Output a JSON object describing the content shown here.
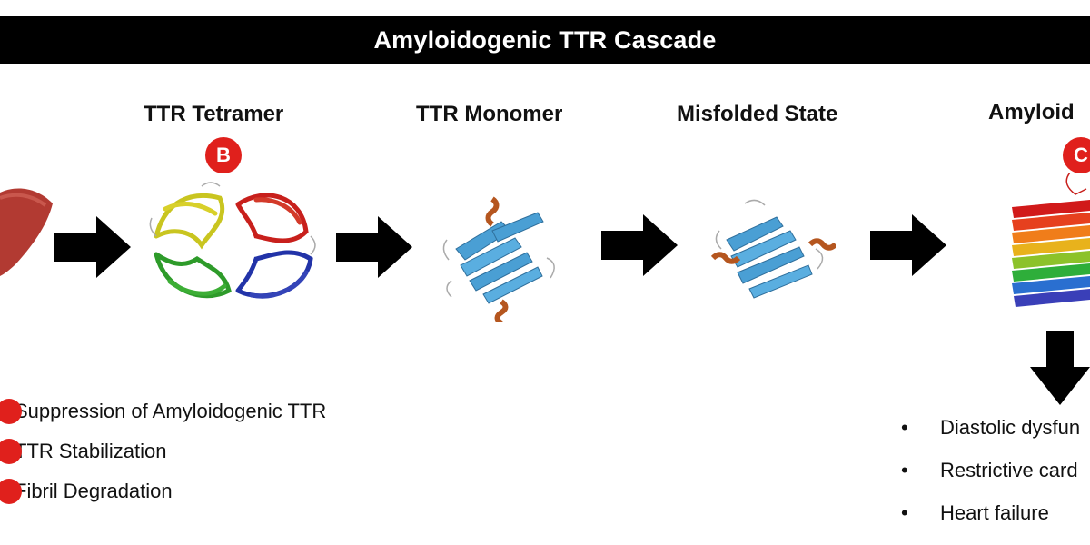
{
  "title": "Amyloidogenic TTR Cascade",
  "stages": [
    {
      "label": "TTR Tetramer"
    },
    {
      "label": "TTR Monomer"
    },
    {
      "label": "Misfolded State"
    },
    {
      "label": "Amyloid"
    }
  ],
  "badges": {
    "tetramer": "B",
    "amyloid": "C"
  },
  "legend": [
    {
      "text": "Suppression of Amyloidogenic TTR"
    },
    {
      "text": "TTR Stabilization"
    },
    {
      "text": "Fibril Degradation"
    }
  ],
  "outcomes": {
    "bullet": "•",
    "items": [
      "Diastolic dysfun",
      "Restrictive card",
      "Heart failure"
    ]
  },
  "colors": {
    "badge_red": "#e0201c",
    "liver": "#b23a32",
    "ribbon_blue": "#4a9fd4",
    "helix_brown": "#b5561f"
  }
}
